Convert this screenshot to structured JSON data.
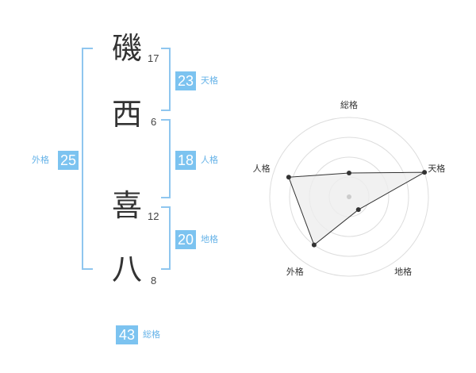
{
  "name": {
    "chars": [
      {
        "char": "磯",
        "strokes": "17"
      },
      {
        "char": "西",
        "strokes": "6"
      },
      {
        "char": "喜",
        "strokes": "12"
      },
      {
        "char": "八",
        "strokes": "8"
      }
    ]
  },
  "kakusu": {
    "tenkaku": {
      "value": "23",
      "label": "天格"
    },
    "jinkaku": {
      "value": "18",
      "label": "人格"
    },
    "chikaku": {
      "value": "20",
      "label": "地格"
    },
    "gaikaku": {
      "value": "25",
      "label": "外格"
    },
    "soukaku": {
      "value": "43",
      "label": "総格"
    }
  },
  "chart_data": {
    "type": "radar",
    "axes": [
      "総格",
      "天格",
      "地格",
      "外格",
      "人格"
    ],
    "values": [
      0.3,
      1.0,
      0.2,
      0.75,
      0.8
    ],
    "rings": 4,
    "colors": {
      "fill": "#eeeeee",
      "stroke": "#333333",
      "grid": "#dddddd",
      "center": "#cccccc"
    }
  }
}
